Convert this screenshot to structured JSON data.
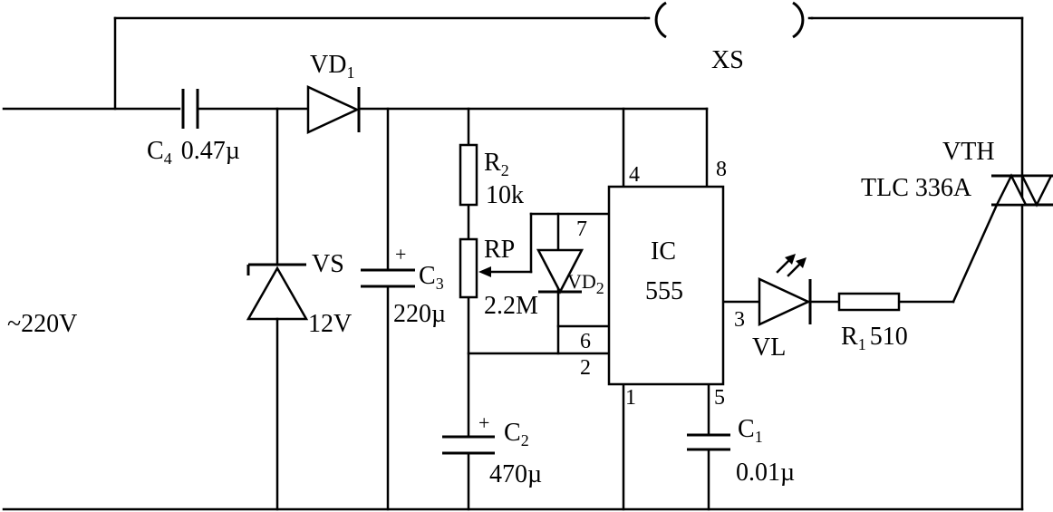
{
  "source_label": "~220V",
  "socket": {
    "name": "XS"
  },
  "c4": {
    "name": "C",
    "sub": "4",
    "value": "0.47µ"
  },
  "vd1": {
    "name": "VD",
    "sub": "1"
  },
  "vs": {
    "name": "VS",
    "value": "12V"
  },
  "c3": {
    "plus": "+",
    "name": "C",
    "sub": "3",
    "value": "220µ"
  },
  "r2": {
    "name": "R",
    "sub": "2",
    "value": "10k"
  },
  "rp": {
    "name": "RP",
    "value": "2.2M"
  },
  "vd2": {
    "name": "VD",
    "sub": "2"
  },
  "c2": {
    "plus": "+",
    "name": "C",
    "sub": "2",
    "value": "470µ"
  },
  "ic": {
    "name": "IC",
    "part": "555",
    "pins": {
      "p1": "1",
      "p2": "2",
      "p3": "3",
      "p4": "4",
      "p5": "5",
      "p6": "6",
      "p7": "7",
      "p8": "8"
    }
  },
  "c1": {
    "name": "C",
    "sub": "1",
    "value": "0.01µ"
  },
  "vl": {
    "name": "VL"
  },
  "r1": {
    "name": "R",
    "sub": "1",
    "value": "510"
  },
  "vth": {
    "name": "VTH",
    "part": "TLC 336A"
  }
}
